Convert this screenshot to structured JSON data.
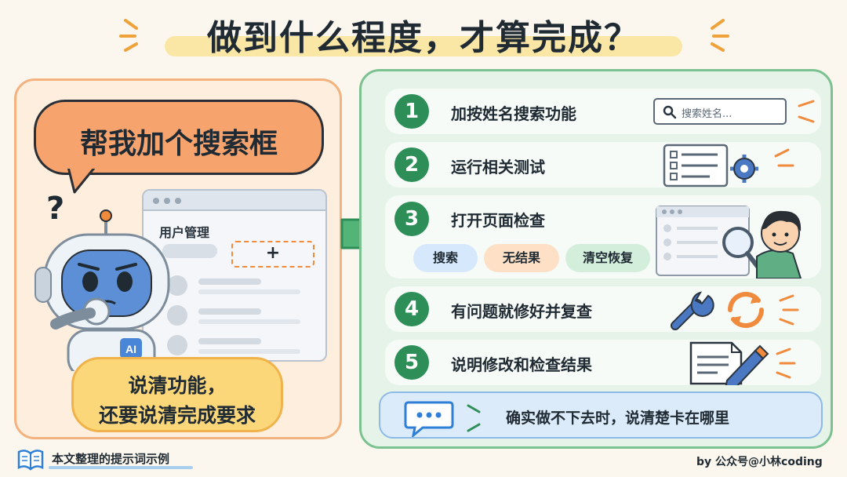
{
  "title": "做到什么程度，才算完成？",
  "left": {
    "request": "帮我加个搜索框",
    "question_mark": "?",
    "mock_window_title": "用户管理",
    "add_symbol": "+",
    "robot_badge": "AI",
    "advice_line1": "说清功能，",
    "advice_line2": "还要说清完成要求"
  },
  "steps": [
    {
      "number": "1",
      "text": "加按姓名搜索功能",
      "search_placeholder": "搜索姓名..."
    },
    {
      "number": "2",
      "text": "运行相关测试"
    },
    {
      "number": "3",
      "text": "打开页面检查",
      "chips": [
        "搜索",
        "无结果",
        "清空恢复"
      ]
    },
    {
      "number": "4",
      "text": "有问题就修好并复查"
    },
    {
      "number": "5",
      "text": "说明修改和检查结果"
    }
  ],
  "tip": "确实做不下去时，说清楚卡在哪里",
  "footer": {
    "left": "本文整理的提示词示例",
    "right": "by 公众号@小林coding"
  },
  "colors": {
    "accent_green": "#2d8f57",
    "left_bg": "#fdeedd",
    "right_bg": "#e6f3e8",
    "speech_orange": "#f6a36e",
    "advice_yellow": "#fcd77a",
    "chip_blue": "#d6e8fb",
    "chip_orange": "#fde0c6",
    "chip_green": "#d3efdc"
  }
}
